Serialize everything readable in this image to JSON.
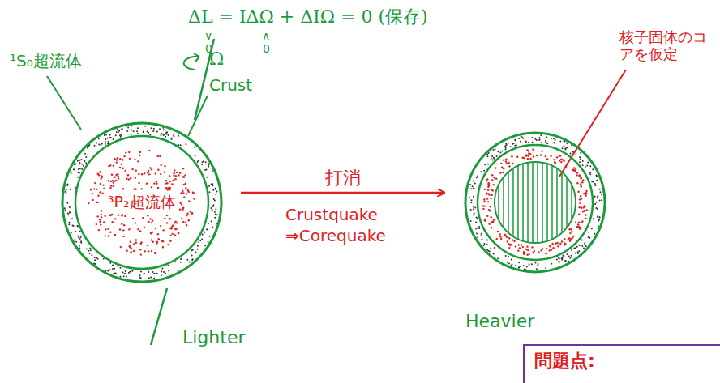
{
  "diagram": {
    "nodes": [
      {
        "text": [
          "Lighter"
        ]
      },
      {
        "text": [
          "³P₂超流体"
        ],
        "in": 0
      },
      {
        "text": [
          "Heavier"
        ]
      },
      {
        "text": [
          "問題点:"
        ]
      }
    ],
    "edges": [
      {
        "from": 0,
        "to": 2,
        "arrow": "to",
        "label": "打消"
      }
    ],
    "labels": [
      "ΔL = IΔΩ + ΔIΩ = 0 (保存)",
      "∨",
      "0",
      "∧",
      "0",
      "¹S₀超流体",
      "Ω",
      "Crust",
      "Crustquake",
      "⇒Corequake",
      "核子固体のコアを仮定"
    ]
  }
}
